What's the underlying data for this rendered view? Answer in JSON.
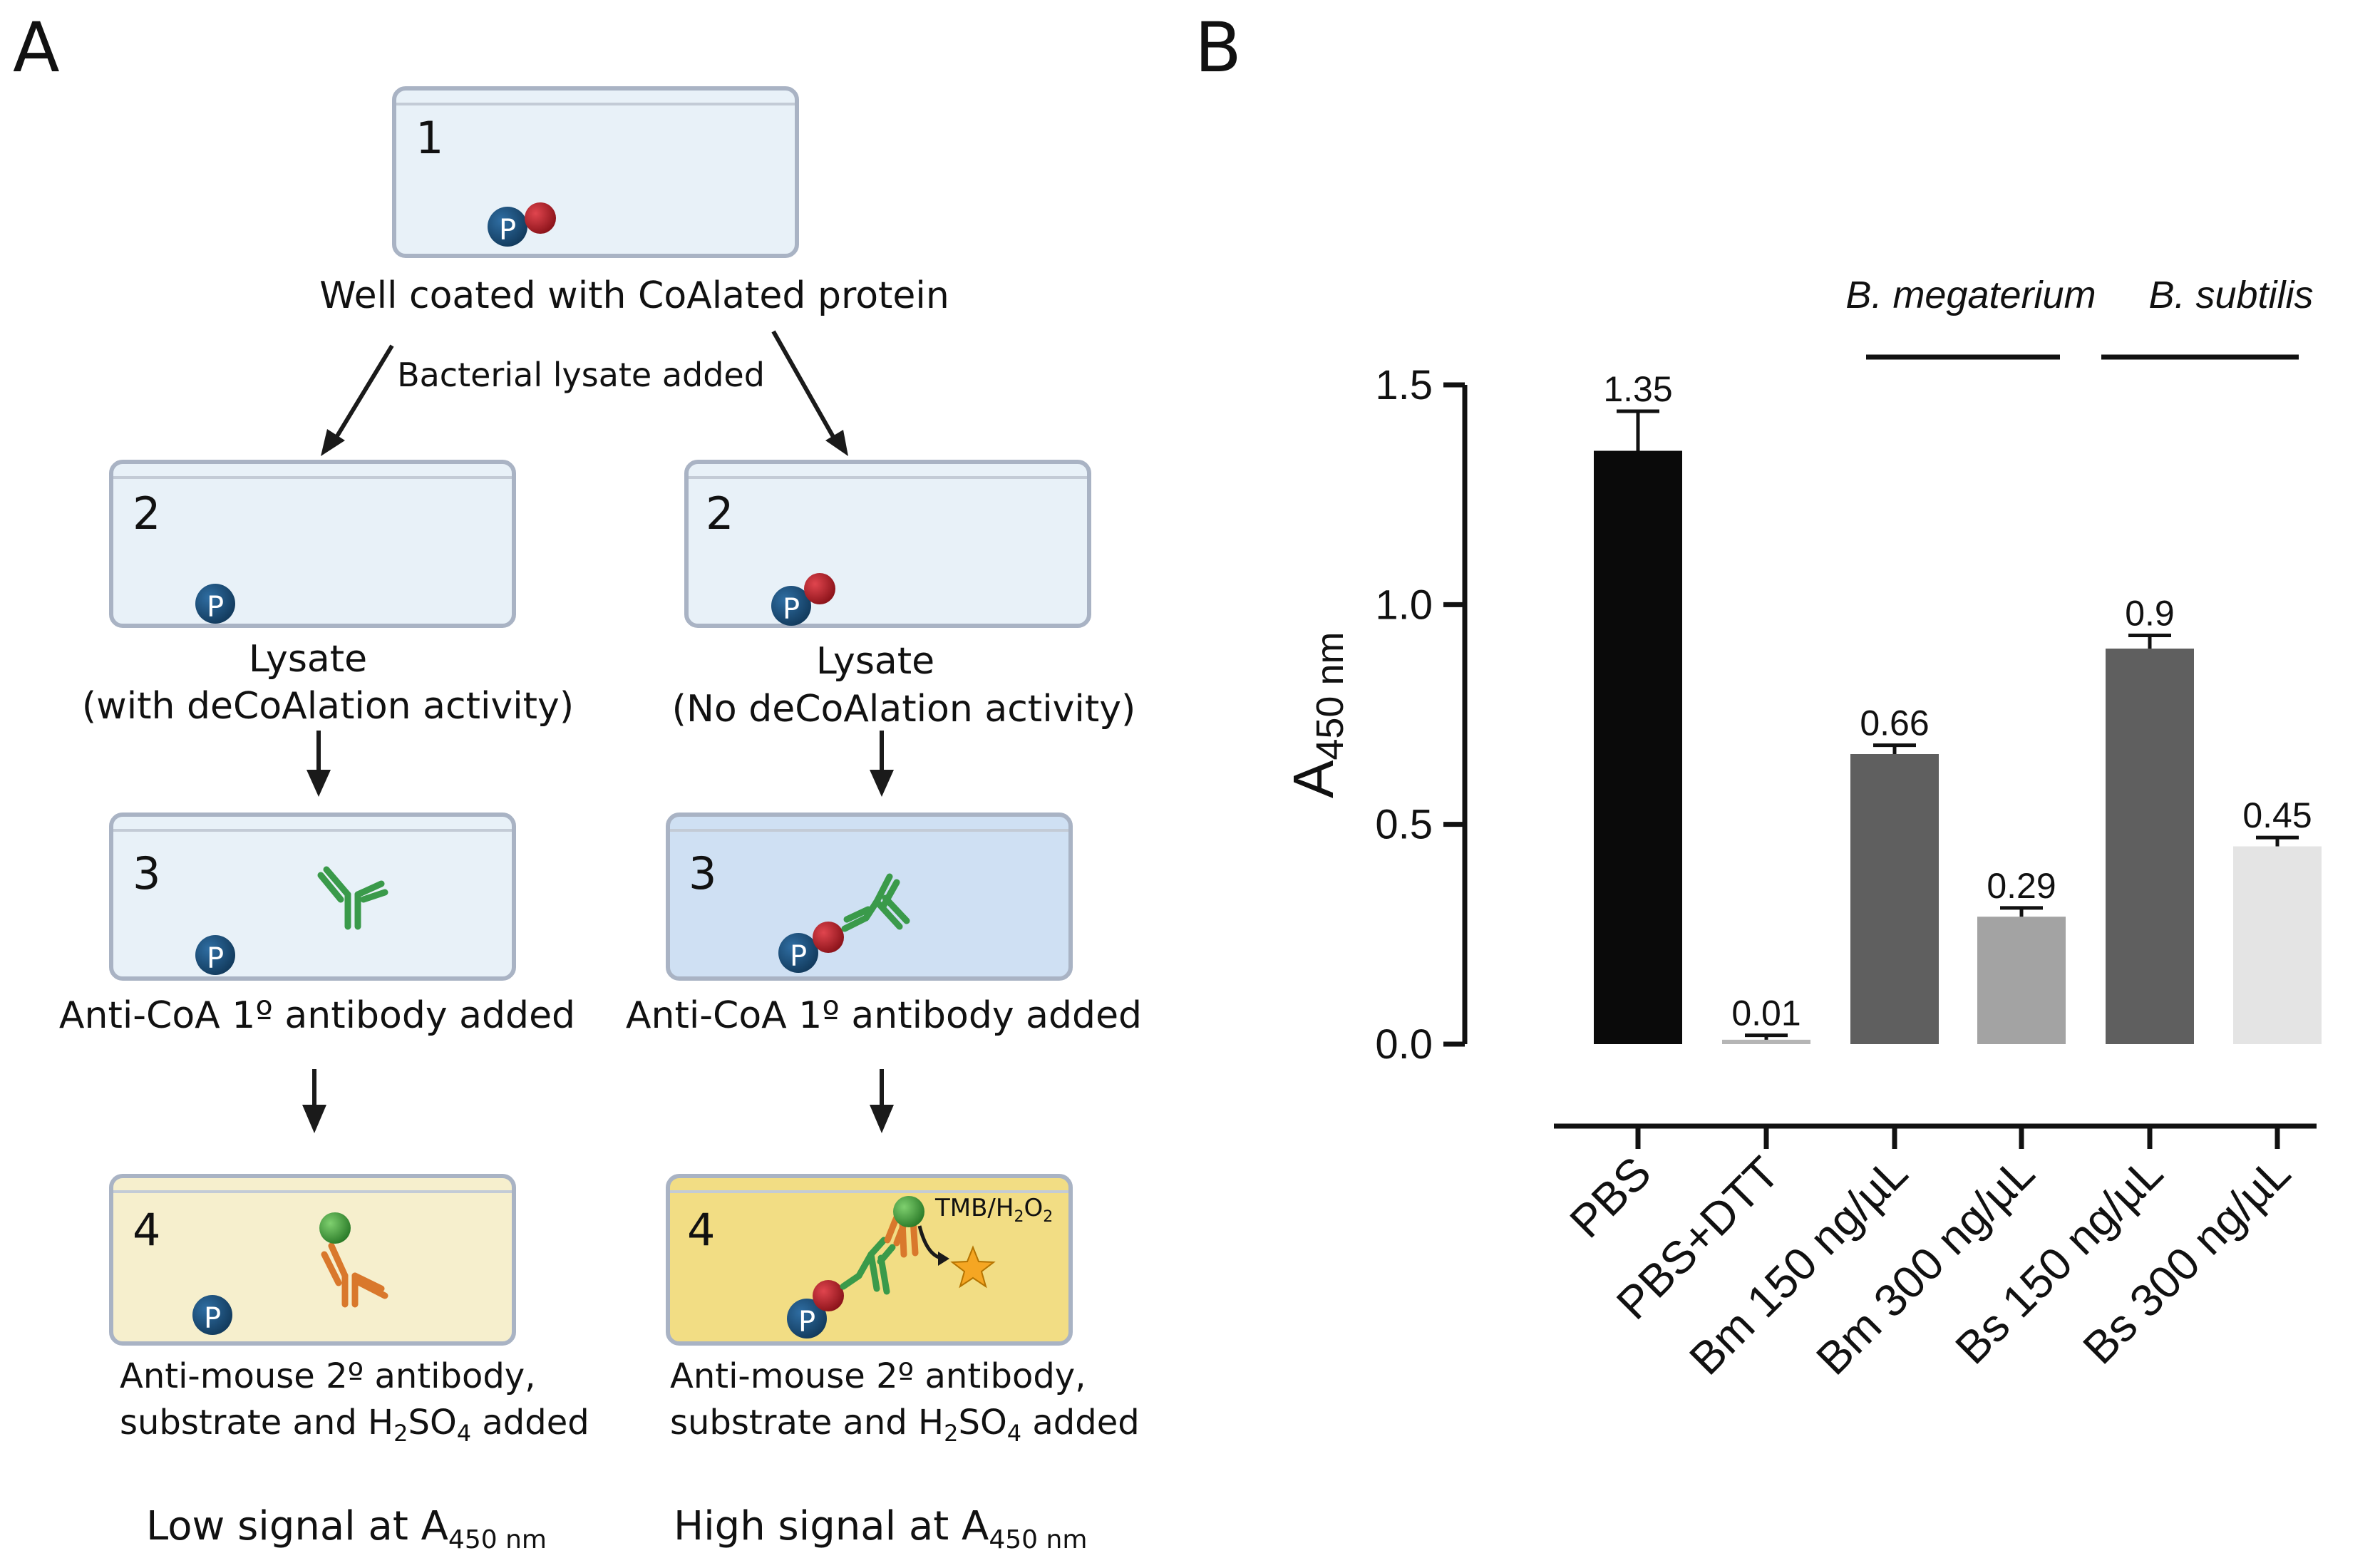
{
  "panel_a": {
    "label": "A",
    "step1": {
      "number": "1",
      "caption": "Well coated with CoAlated protein"
    },
    "branch_label": "Bacterial lysate added",
    "left": {
      "step2_number": "2",
      "caption2_line1": "Lysate",
      "caption2_line2": "(with deCoAlation activity)",
      "step3_number": "3",
      "caption3": "Anti-CoA 1º antibody added",
      "step4_number": "4",
      "caption4_line1": "Anti-mouse 2º antibody,",
      "caption4_line2_pre": "substrate and H",
      "caption4_sub1": "2",
      "caption4_mid": "SO",
      "caption4_sub2": "4",
      "caption4_post": " added",
      "result_pre": "Low signal at A",
      "result_sub": "450 nm"
    },
    "right": {
      "step2_number": "2",
      "caption2_line1": "Lysate",
      "caption2_line2": "(No deCoAlation activity)",
      "step3_number": "3",
      "caption3": "Anti-CoA 1º antibody added",
      "step4_number": "4",
      "tmb_pre": "TMB/H",
      "tmb_sub1": "2",
      "tmb_mid": "O",
      "tmb_sub2": "2",
      "caption4_line1": "Anti-mouse 2º antibody,",
      "caption4_line2_pre": "substrate and H",
      "caption4_sub1": "2",
      "caption4_mid": "SO",
      "caption4_sub2": "4",
      "caption4_post": " added",
      "result_pre": "High signal at A",
      "result_sub": "450 nm"
    },
    "p_symbol": "P",
    "colors": {
      "well_light": "#e8f1f8",
      "well_blue": "#cfe0f3",
      "well_yellow_light": "#f6efcd",
      "well_yellow": "#f2dd84",
      "well_border": "#a9b3c4",
      "p_bead": "#1a4f7a",
      "coa_bead": "#b0222b",
      "primary_ab": "#3a9a4a",
      "secondary_ab": "#d9782c",
      "hrp": "#3f9a3c",
      "star": "#f5a623"
    }
  },
  "panel_b": {
    "label": "B",
    "group_labels": [
      "B. megaterium",
      "B. subtilis"
    ],
    "ylabel_main": "A",
    "ylabel_sub": "450 nm",
    "chart_data": {
      "type": "bar",
      "categories": [
        "PBS",
        "PBS+DTT",
        "Bm 150 ng/µL",
        "Bm 300 ng/µL",
        "Bs 150 ng/µL",
        "Bs 300 ng/µL"
      ],
      "values": [
        1.35,
        0.01,
        0.66,
        0.29,
        0.9,
        0.45
      ],
      "errors": [
        0.09,
        0.01,
        0.02,
        0.02,
        0.03,
        0.02
      ],
      "data_labels": [
        "1.35",
        "0.01",
        "0.66",
        "0.29",
        "0.9",
        "0.45"
      ],
      "bar_colors": [
        "#0a0a0a",
        "#b5b5b5",
        "#5f5f5f",
        "#a3a3a3",
        "#5f5f5f",
        "#e4e4e4"
      ],
      "yticks": [
        0.0,
        0.5,
        1.0,
        1.5
      ],
      "ytick_labels": [
        "0.0",
        "0.5",
        "1.0",
        "1.5"
      ],
      "ylim": [
        0,
        1.5
      ]
    }
  }
}
